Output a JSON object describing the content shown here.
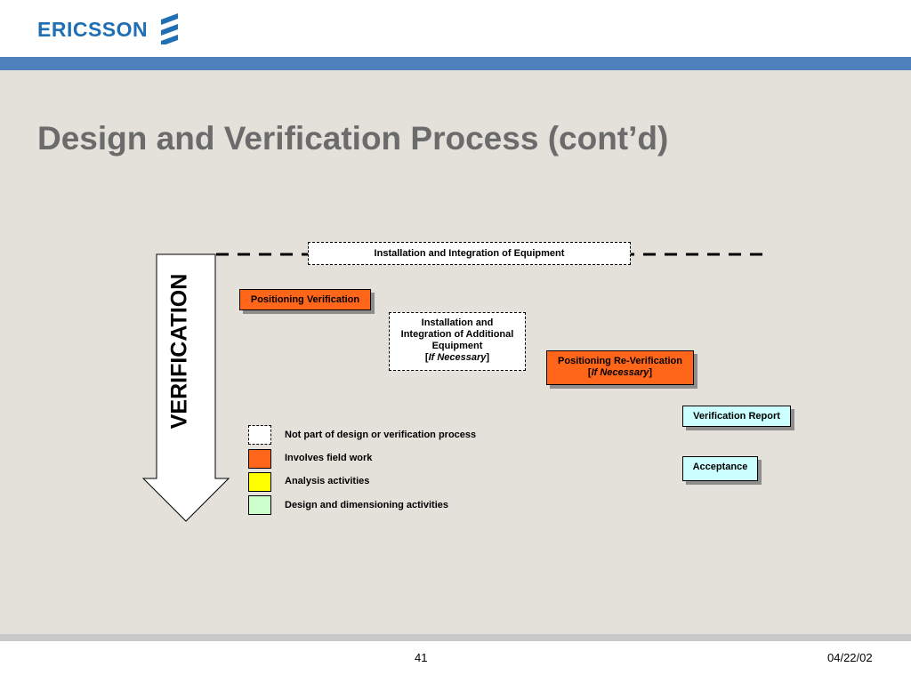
{
  "header": {
    "logo_text": "ERICSSON"
  },
  "slide": {
    "title": "Design and Verification Process (cont’d)"
  },
  "diagram": {
    "verification_label": "VERIFICATION",
    "install_integrate": "Installation and Integration of Equipment",
    "positioning_verification": "Positioning Verification",
    "install_additional": {
      "line1": "Installation and",
      "line2": "Integration of Additional",
      "line3": "Equipment",
      "note": "If Necessary"
    },
    "positioning_reverification": {
      "line1": "Positioning Re-Verification",
      "note": "If Necessary"
    },
    "verification_report": "Verification Report",
    "acceptance": "Acceptance"
  },
  "legend": [
    {
      "label": "Not part of design or verification process",
      "color": "#ffffff"
    },
    {
      "label": "Involves field work",
      "color": "#ff6619"
    },
    {
      "label": "Analysis activities",
      "color": "#ffff00"
    },
    {
      "label": "Design and dimensioning activities",
      "color": "#ccffcc"
    }
  ],
  "footer": {
    "page": "41",
    "date": "04/22/02"
  },
  "colors": {
    "brand_blue": "#1f6fb4",
    "band_blue": "#4f81bd",
    "background": "#e3e1da"
  }
}
